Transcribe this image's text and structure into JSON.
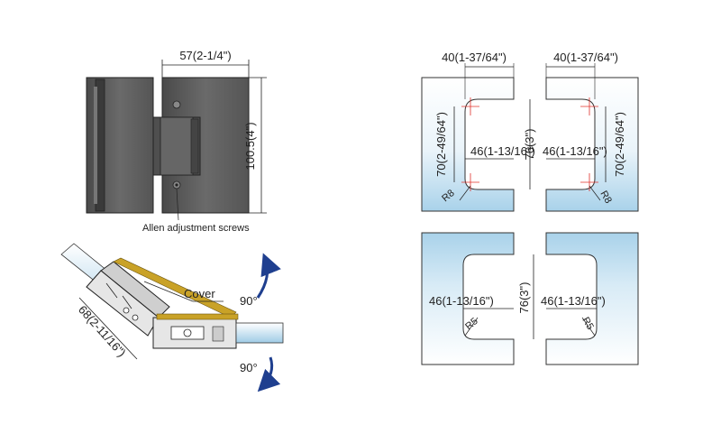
{
  "hinge_front": {
    "width_label": "57(2-1/4\")",
    "height_label": "100.5(4\")",
    "note": "Allen adjustment screws"
  },
  "hinge_side": {
    "length_label": "68(2-11/16\")",
    "cover_label": "Cover",
    "angle_up_label": "90°",
    "angle_down_label": "90°"
  },
  "cutouts_top": {
    "left_width_label": "40(1-37/64\")",
    "right_width_label": "40(1-37/64\")",
    "left_height_label": "70(2-49/64\")",
    "right_height_label": "70(2-49/64\")",
    "left_depth_label": "46(1-13/16\")",
    "right_depth_label": "46(1-13/16\")",
    "gap_label": "76(3\")",
    "left_radius_label": "R8",
    "right_radius_label": "R8"
  },
  "cutouts_bottom": {
    "left_depth_label": "46(1-13/16\")",
    "right_depth_label": "46(1-13/16\")",
    "gap_label": "76(3\")",
    "left_radius_label": "R5",
    "right_radius_label": "R5"
  },
  "colors": {
    "glass_top": "#ffffff",
    "glass_bottom": "#a9d2ea",
    "metal": "#5c5c5c",
    "arrow": "#1f3f8f",
    "cover": "#c9a227",
    "center_mark": "#e0302a"
  }
}
